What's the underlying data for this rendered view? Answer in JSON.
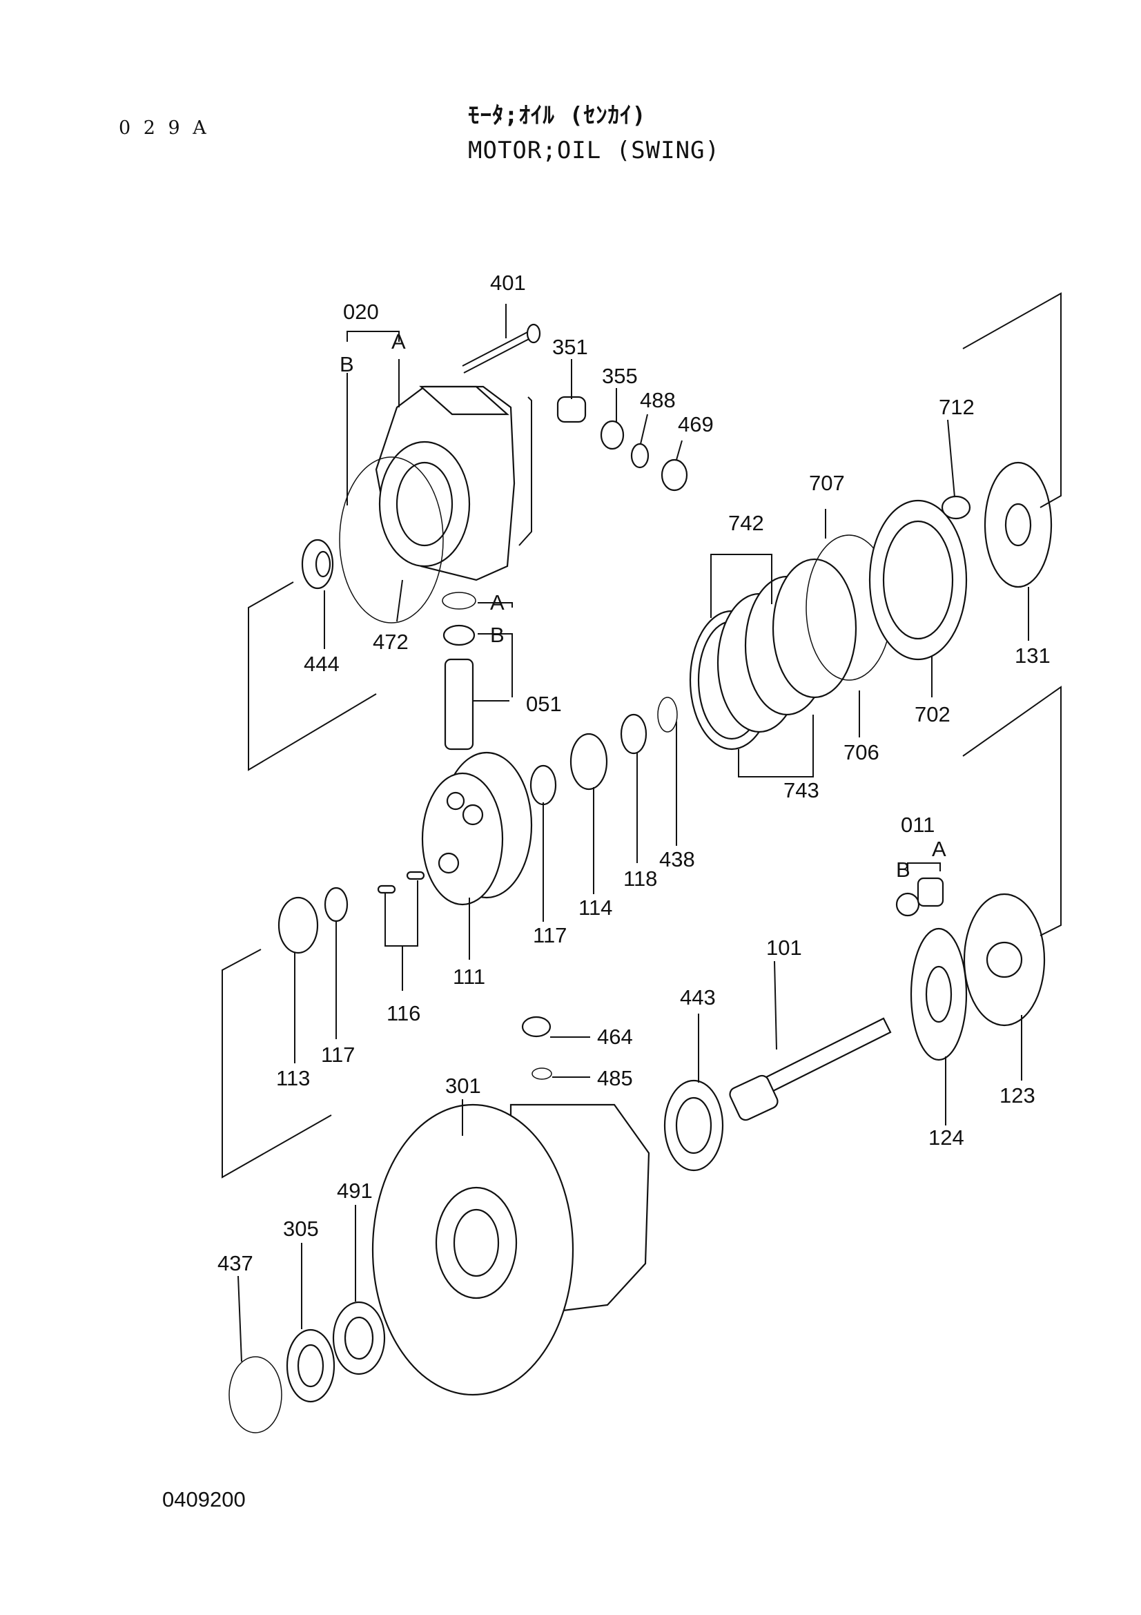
{
  "header": {
    "page_code": "0 2 9 A",
    "title_jp": "ﾓｰﾀ;ｵｲﾙ (ｾﾝｶｲ)",
    "title_en": "MOTOR;OIL (SWING)"
  },
  "footer": {
    "drawing_code": "0409200"
  },
  "callouts": {
    "p401": "401",
    "p020": "020",
    "p020a": "A",
    "p020b": "B",
    "p351": "351",
    "p355": "355",
    "p488": "488",
    "p469": "469",
    "p712": "712",
    "p707": "707",
    "p742": "742",
    "p444": "444",
    "p472": "472",
    "p051a": "A",
    "p051b": "B",
    "p051": "051",
    "p131": "131",
    "p702": "702",
    "p706": "706",
    "p743": "743",
    "p438": "438",
    "p118": "118",
    "p114": "114",
    "p117a": "117",
    "p111": "111",
    "p116": "116",
    "p117b": "117",
    "p113": "113",
    "p011": "011",
    "p011b": "B",
    "p011a": "A",
    "p101": "101",
    "p443": "443",
    "p464": "464",
    "p485": "485",
    "p124": "124",
    "p123": "123",
    "p301": "301",
    "p491": "491",
    "p305": "305",
    "p437": "437"
  }
}
